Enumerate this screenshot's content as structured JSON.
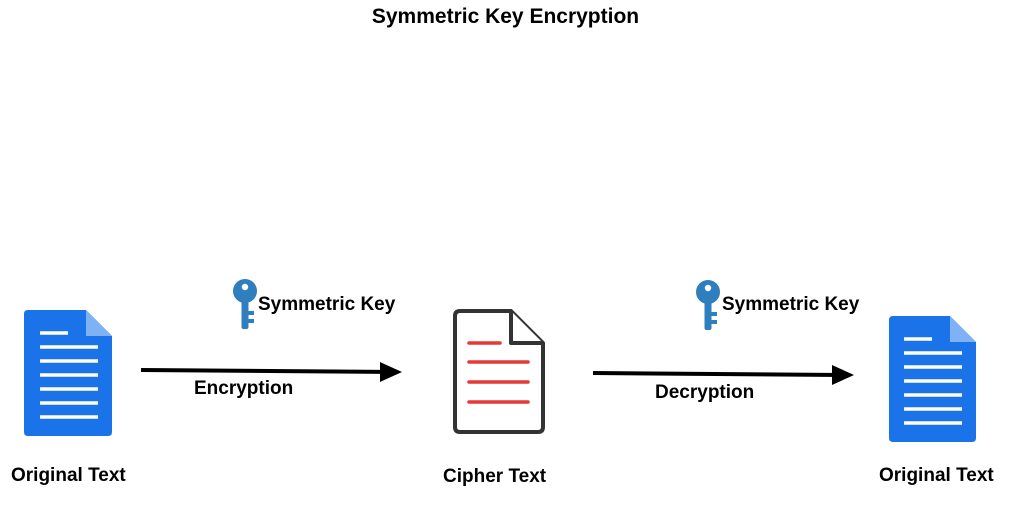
{
  "title": "Symmetric Key Encryption",
  "nodes": {
    "plaintext_left": {
      "label": "Original Text",
      "icon": "document-icon",
      "color": "#1a73e8"
    },
    "ciphertext": {
      "label": "Cipher Text",
      "icon": "cipher-document-icon",
      "line_color": "#e53935"
    },
    "plaintext_right": {
      "label": "Original Text",
      "icon": "document-icon",
      "color": "#1a73e8"
    }
  },
  "edges": {
    "encrypt": {
      "label": "Encryption",
      "key_label": "Symmetric Key",
      "key_icon": "key-icon",
      "key_color": "#2f7fbf"
    },
    "decrypt": {
      "label": "Decryption",
      "key_label": "Symmetric Key",
      "key_icon": "key-icon",
      "key_color": "#2f7fbf"
    }
  }
}
